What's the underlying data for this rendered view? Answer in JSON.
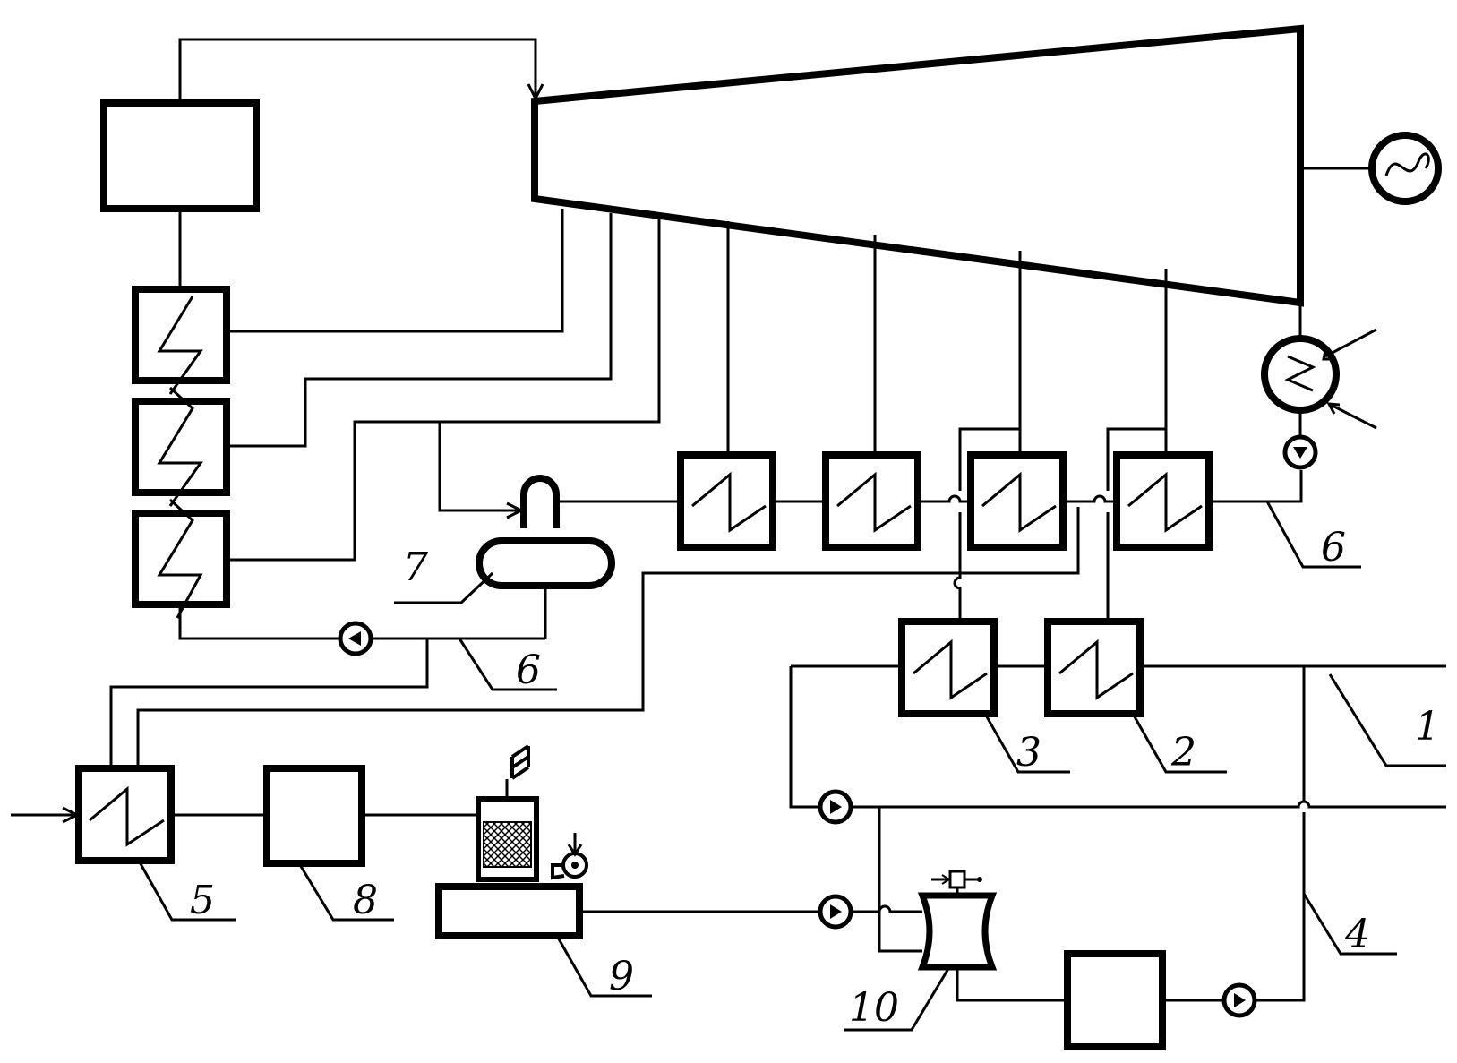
{
  "labels": {
    "l1": "1",
    "l2": "2",
    "l3": "3",
    "l4": "4",
    "l5": "5",
    "l6a": "6",
    "l6b": "6",
    "l7": "7",
    "l8": "8",
    "l9": "9",
    "l10": "10"
  }
}
